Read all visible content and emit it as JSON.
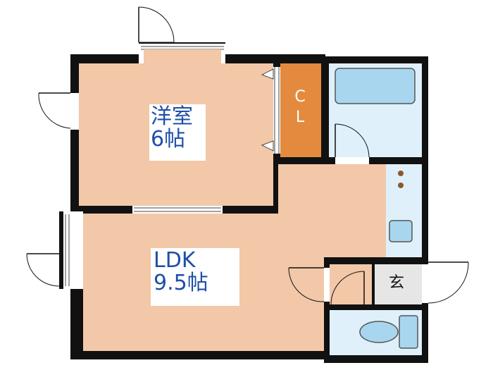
{
  "rooms": {
    "western_room": {
      "label": "洋室",
      "size": "6帖"
    },
    "closet": {
      "label_c": "C",
      "label_l": "L"
    },
    "ldk": {
      "label": "LDK",
      "size": "9.5帖"
    },
    "entrance": {
      "label": "玄"
    }
  },
  "colors": {
    "wall": "#111111",
    "floor": "#f2c8a8",
    "closet": "#e48a3e",
    "wet_area": "#dff0fb",
    "fixture": "#a9d6ef",
    "label_text": "#1e4fa8",
    "entrance_floor": "#e6e6e6"
  }
}
